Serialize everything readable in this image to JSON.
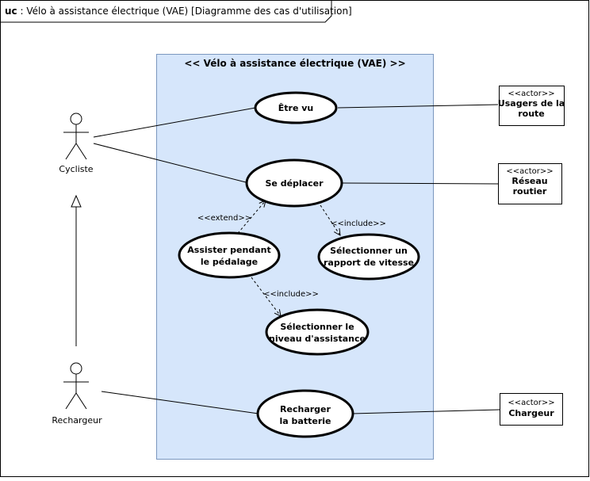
{
  "frame": {
    "keyword": "uc",
    "title": " : Vélo à assistance électrique (VAE) [Diagramme des cas d'utilisation]"
  },
  "system": {
    "title": "<< Vélo à assistance électrique (VAE) >>",
    "fill_color": "#d6e6fb",
    "border_color": "#7b97bf"
  },
  "actors": {
    "cycliste": "Cycliste",
    "rechargeur": "Rechargeur"
  },
  "external_actors": {
    "stereotype": "<<actor>>",
    "usagers": [
      "Usagers de la",
      "route"
    ],
    "reseau": [
      "Réseau",
      "routier"
    ],
    "chargeur": "Chargeur"
  },
  "use_cases": {
    "etre_vu": "Être vu",
    "se_deplacer": "Se déplacer",
    "assister": [
      "Assister pendant",
      "le pédalage"
    ],
    "rapport": [
      "Sélectionner un",
      "rapport de vitesse"
    ],
    "niveau": [
      "Sélectionner le",
      "niveau d'assistance"
    ],
    "recharger": [
      "Recharger",
      "la batterie"
    ]
  },
  "relations": {
    "extend": "<<extend>>",
    "include_rapport": "<<include>>",
    "include_niveau": "<<include>>"
  }
}
